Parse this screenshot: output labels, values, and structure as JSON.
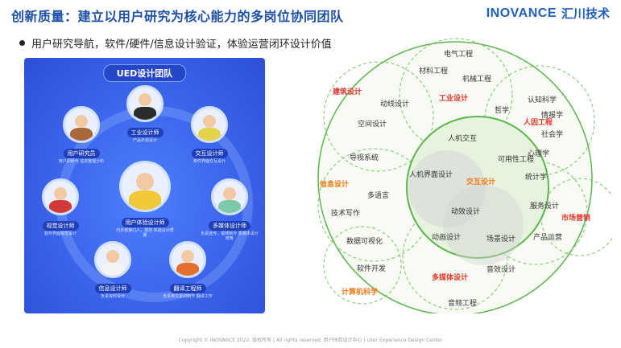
{
  "header": {
    "title": "创新质量：建立以用户研究为核心能力的多岗位协同团队",
    "logo_latin": "INOVANCE",
    "logo_cn": "汇川技术"
  },
  "bullet": "用户研究导航，软件/硬件/信息设计验证，体验运营闭环设计价值",
  "team": {
    "title": "UED设计团队",
    "roles": [
      {
        "label": "工业设计师",
        "desc": "产品外观设计"
      },
      {
        "label": "交互设计师",
        "desc": "软件界面交互设计"
      },
      {
        "label": "多媒体设计师",
        "desc": "负责宣传，视频制作 多媒体设计统筹"
      },
      {
        "label": "翻译工程师",
        "desc": "负责英文素材制作 翻译工作"
      },
      {
        "label": "信息设计师",
        "desc": "负责资料设计"
      },
      {
        "label": "视觉设计师",
        "desc": "软件界面视觉设计"
      },
      {
        "label": "用户研究员",
        "desc": "用户调研与 信息整理分析"
      },
      {
        "label": "用户体验设计师",
        "desc": "内外部接口人，把控 体验设计质量"
      }
    ]
  },
  "venn": {
    "outer": [
      "电气工程",
      "材料工程",
      "机械工程",
      "认知科学",
      "情报学",
      "社会学",
      "心理学",
      "统计学",
      "产品运营",
      "音效设计",
      "音频工程",
      "软件开发",
      "数据可视化",
      "技术写作",
      "多语言",
      "导视系统",
      "空间设计",
      "动线设计",
      "哲学",
      "服务设计"
    ],
    "inner": [
      "人机交互",
      "人机界面设计",
      "可用性工程",
      "动效设计",
      "动画设计",
      "场景设计"
    ],
    "groups": [
      "工业设计",
      "建筑设计",
      "人因工程",
      "信息设计",
      "交互设计",
      "市场营销",
      "多媒体设计",
      "计算机科学"
    ],
    "colors": {
      "group_red": "#e1352a",
      "group_orange": "#ef7a1a",
      "ring_green": "#5bb64a",
      "fill_green": "#e6f3df"
    }
  },
  "footer": "Copyright © INOVANCE 2022.   版权所有  |  All rights reserved.          用户体验设计中心  |  User Experience Design Center"
}
